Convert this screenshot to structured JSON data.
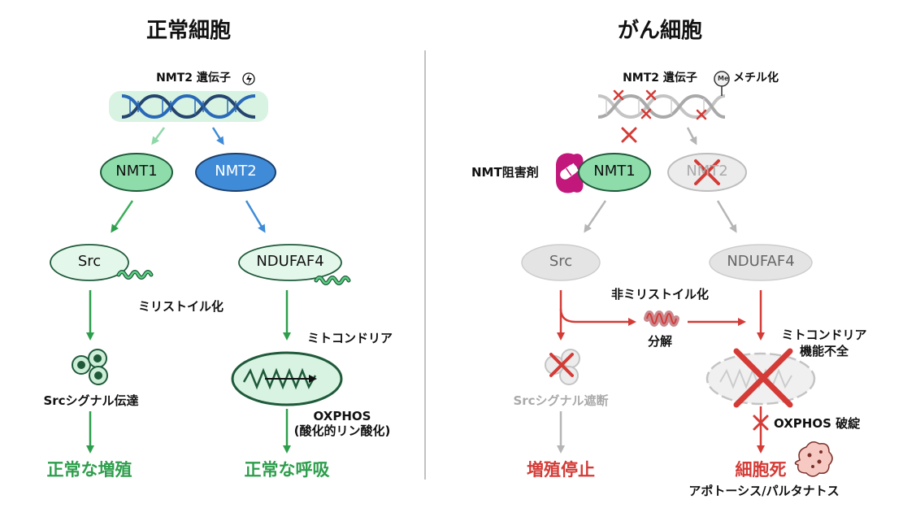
{
  "panels": {
    "normal": {
      "title": "正常細胞"
    },
    "cancer": {
      "title": "がん細胞"
    }
  },
  "normal": {
    "gene_label": "NMT2 遺伝子",
    "node_nmt1": "NMT1",
    "node_nmt2": "NMT2",
    "node_src": "Src",
    "node_ndufaf4": "NDUFAF4",
    "myristoylation": "ミリストイル化",
    "mito_label": "ミトコンドリア",
    "src_signal": "Srcシグナル伝達",
    "oxphos": "OXPHOS",
    "oxphos_sub": "(酸化的リン酸化)",
    "outcome_left": "正常な増殖",
    "outcome_right": "正常な呼吸"
  },
  "cancer": {
    "gene_label": "NMT2 遺伝子",
    "methylation": "メチル化",
    "methyl_badge": "Me",
    "inhibitor": "NMT阻害剤",
    "node_nmt1": "NMT1",
    "node_nmt2": "NMT2",
    "node_src": "Src",
    "node_ndufaf4": "NDUFAF4",
    "demyristoylation": "非ミリストイル化",
    "degradation": "分解",
    "mito_dysfunction_1": "ミトコンドリア",
    "mito_dysfunction_2": "機能不全",
    "src_blocked": "Srcシグナル遮断",
    "oxphos_collapse": "OXPHOS 破綻",
    "outcome_left": "増殖停止",
    "outcome_right": "細胞死",
    "cell_death_types": "アポトーシス/パルタナトス"
  },
  "colors": {
    "green": "#2e9e4c",
    "green_fill": "#bfe9cf",
    "blue": "#3f8bd8",
    "red": "#d43b36",
    "grey": "#bdbdbd",
    "magenta": "#c2187b"
  },
  "icons": [
    "dna-icon",
    "lightning-icon",
    "pill-icon",
    "mitochondria-icon",
    "vesicle-cluster-icon",
    "protein-coil-icon",
    "dying-cell-icon",
    "x-mark-icon"
  ]
}
